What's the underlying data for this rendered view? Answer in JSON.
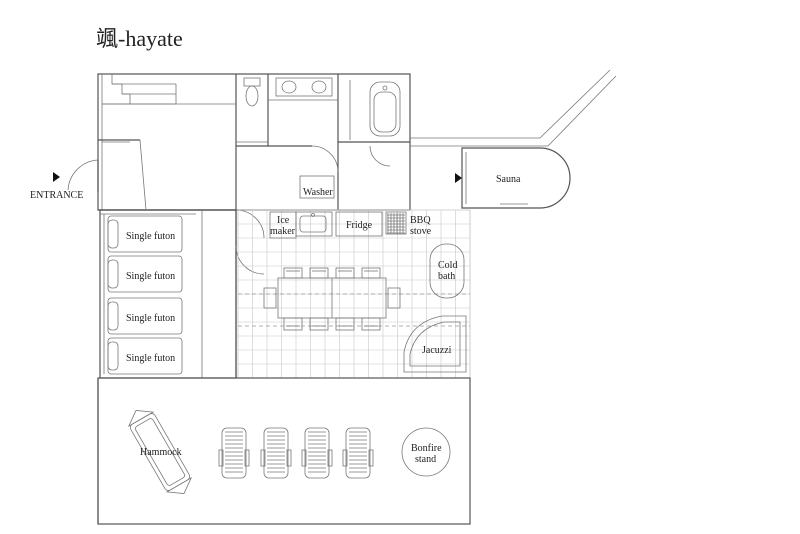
{
  "title": "颯-hayate",
  "labels": {
    "entrance": "ENTRANCE",
    "washer": "Washer",
    "sauna": "Sauna",
    "ice_maker_line1": "Ice",
    "ice_maker_line2": "maker",
    "fridge": "Fridge",
    "bbq_line1": "BBQ",
    "bbq_line2": "stove",
    "cold_bath_line1": "Cold",
    "cold_bath_line2": "bath",
    "jacuzzi": "Jacuzzi",
    "futons": [
      "Single futon",
      "Single futon",
      "Single futon",
      "Single futon"
    ],
    "hammock": "Hammock",
    "bonfire_line1": "Bonfire",
    "bonfire_line2": "stand"
  },
  "counts": {
    "deck_chairs": 4,
    "dining_chairs_per_side": 4
  }
}
